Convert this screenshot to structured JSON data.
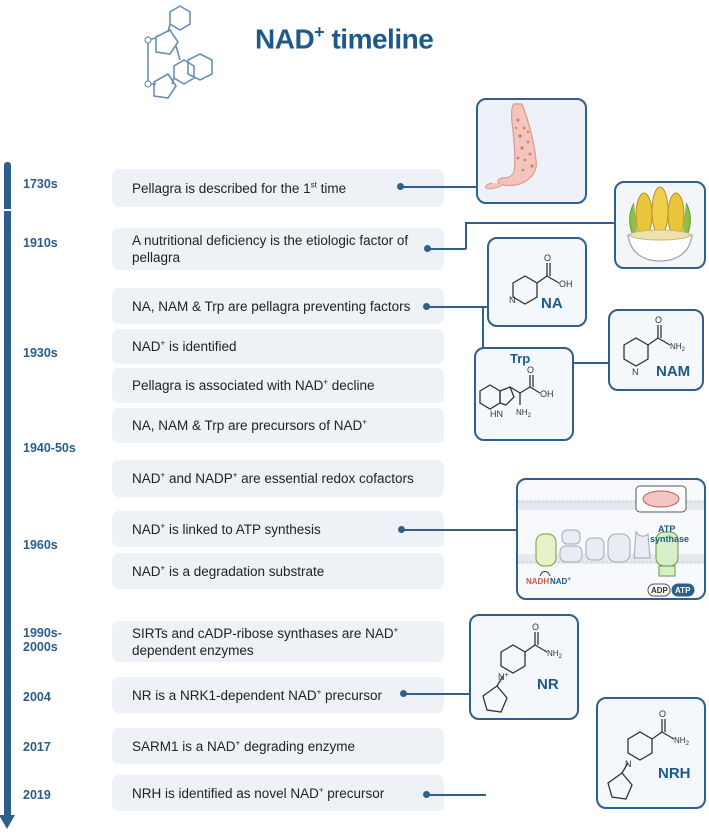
{
  "header": {
    "title": "NAD",
    "title_sup": "+",
    "title_rest": " timeline"
  },
  "timeline": {
    "years": [
      {
        "id": "1730s",
        "label": "1730s"
      },
      {
        "id": "1910s",
        "label": "1910s"
      },
      {
        "id": "1930s",
        "label": "1930s"
      },
      {
        "id": "1940-50s",
        "label": "1940-50s"
      },
      {
        "id": "1960s",
        "label": "1960s"
      },
      {
        "id": "1990s",
        "label_line1": "1990s-",
        "label_line2": "2000s"
      },
      {
        "id": "2004",
        "label": "2004"
      },
      {
        "id": "2017",
        "label": "2017"
      },
      {
        "id": "2019",
        "label": "2019"
      }
    ],
    "events": [
      {
        "id": "e1",
        "text": "Pellagra is described for the 1",
        "sup": "st",
        "rest": " time"
      },
      {
        "id": "e2",
        "text": "A nutritional deficiency is the etiologic factor of pellagra"
      },
      {
        "id": "e3",
        "text": "NA, NAM & Trp are pellagra preventing factors"
      },
      {
        "id": "e4",
        "text": "NAD",
        "sup": "+",
        "rest": " is identified"
      },
      {
        "id": "e5",
        "text": "Pellagra is associated with NAD",
        "sup": "+",
        "rest": " decline"
      },
      {
        "id": "e6",
        "text": "NA, NAM & Trp are precursors of NAD",
        "sup": "+",
        "rest": ""
      },
      {
        "id": "e7",
        "text": "NAD",
        "sup": "+",
        "rest": " and NADP",
        "sup2": "+",
        "rest2": " are essential redox cofactors"
      },
      {
        "id": "e8",
        "text": "NAD",
        "sup": "+",
        "rest": "  is  linked to ATP synthesis"
      },
      {
        "id": "e9",
        "text": "NAD",
        "sup": "+",
        "rest": " is a degradation substrate"
      },
      {
        "id": "e10",
        "text": "SIRTs and cADP-ribose synthases are  NAD",
        "sup": "+",
        "rest": " dependent enzymes"
      },
      {
        "id": "e11",
        "text": "NR is a NRK1-dependent NAD",
        "sup": "+",
        "rest": " precursor"
      },
      {
        "id": "e12",
        "text": "SARM1 is  a NAD",
        "sup": "+",
        "rest": " degrading enzyme"
      },
      {
        "id": "e13",
        "text": "NRH is identified as novel  NAD",
        "sup": "+",
        "rest": " precursor"
      }
    ]
  },
  "molecules": {
    "na": {
      "label": "NA",
      "atom_o": "O",
      "atom_oh": "OH",
      "atom_n": "N"
    },
    "nam": {
      "label": "NAM",
      "atom_o": "O",
      "atom_nh2": "NH",
      "nh2_sub": "2",
      "atom_n": "N"
    },
    "trp": {
      "label": "Trp",
      "atom_o": "O",
      "atom_oh": "OH",
      "atom_hn": "HN",
      "atom_nh2": "NH",
      "nh2_sub": "2"
    },
    "nr": {
      "label": "NR",
      "atom_o": "O",
      "atom_nh2": "NH",
      "nh2_sub": "2",
      "atom_n": "N",
      "atom_nplus": "+"
    },
    "nrh": {
      "label": "NRH",
      "atom_o": "O",
      "atom_nh2": "NH",
      "nh2_sub": "2",
      "atom_n": "N"
    }
  },
  "atp_panel": {
    "atp_synthase_line1": "ATP",
    "atp_synthase_line2": "synthase",
    "nadh": "NADH",
    "nad": "NAD",
    "nad_sup": "+",
    "adp": "ADP",
    "atp": "ATP"
  },
  "colors": {
    "accent": "#1d5a8c",
    "timeline": "#2e5f8a",
    "event_bg": "#eef1f6",
    "nadh_red": "#d9534f"
  }
}
